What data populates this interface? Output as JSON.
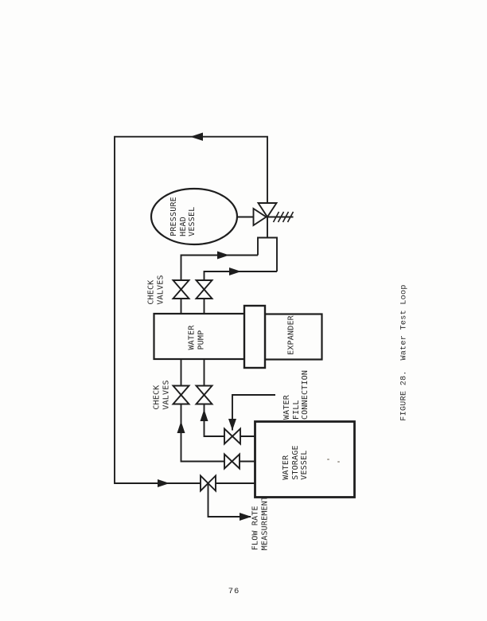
{
  "page": {
    "number": "76",
    "caption": "FIGURE 28.  Water Test Loop"
  },
  "diagram": {
    "title": "Water Test Loop",
    "labels": {
      "pressure_head_vessel": "PRESSURE\nHEAD\nVESSEL",
      "check_valves_upper": "CHECK\nVALVES",
      "check_valves_lower": "CHECK\nVALVES",
      "water_pump": "WATER\nPUMP",
      "expander": "EXPANDER",
      "water_fill_connection": "WATER\nFILL\nCONNECTION",
      "water_storage_vessel": "WATER\nSTORAGE\nVESSEL",
      "flow_rate_measurement": "FLOW RATE\nMEASUREMENT"
    },
    "colors": {
      "ink": "#1e1e1e",
      "paper": "#fdfdfc"
    }
  }
}
